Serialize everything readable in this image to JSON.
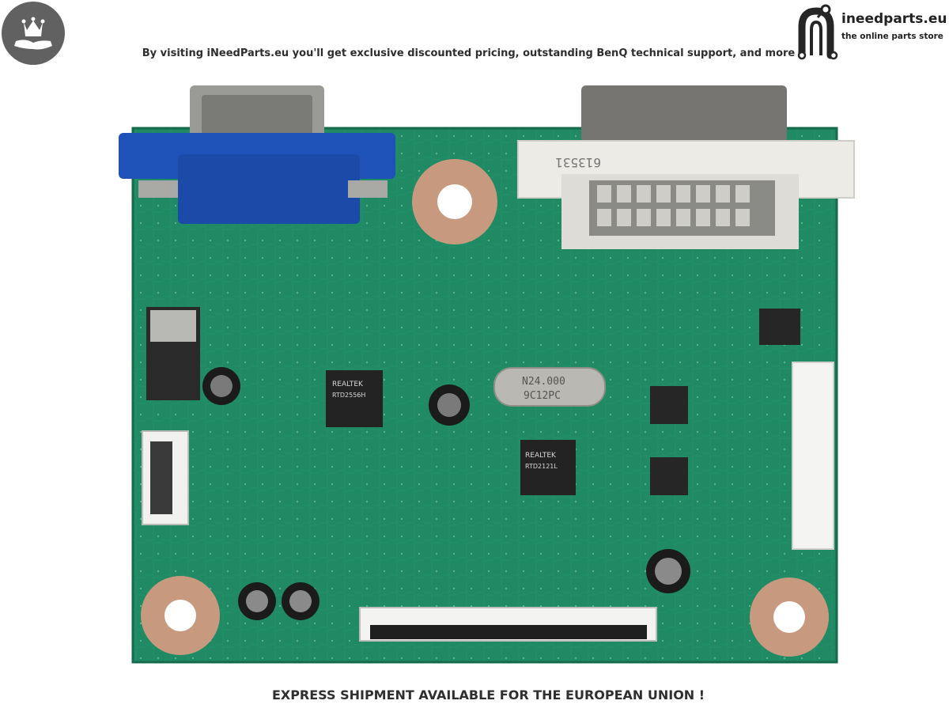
{
  "header": {
    "logo_icon": "crown-hand-icon",
    "tagline": "By visiting iNeedParts.eu you'll get exclusive discounted pricing, outstanding BenQ technical support, and more",
    "brand": {
      "icon": "ineedparts-n-logo-icon",
      "name": "ineedparts.eu",
      "tagline": "the online parts store"
    }
  },
  "product": {
    "subject": "BenQ monitor main logic board (green PCB)",
    "connectors": [
      "vga-connector-blue",
      "dvi-connector-white",
      "lvds-flat-connector",
      "side-ffc-connector",
      "power-header"
    ],
    "main_chip_label": [
      "REALTEK",
      "RTD2121L"
    ],
    "secondary_chip_label": [
      "REALTEK",
      "RTD2556H"
    ],
    "crystal_label": [
      "N24.000",
      "9C12PC"
    ],
    "dvi_print": "613531",
    "colors": {
      "pcb": "#1f8a64",
      "vga": "#1e52b8",
      "dvi": "#ecebe6"
    }
  },
  "footer": {
    "banner": "EXPRESS SHIPMENT AVAILABLE FOR THE EUROPEAN UNION !"
  }
}
